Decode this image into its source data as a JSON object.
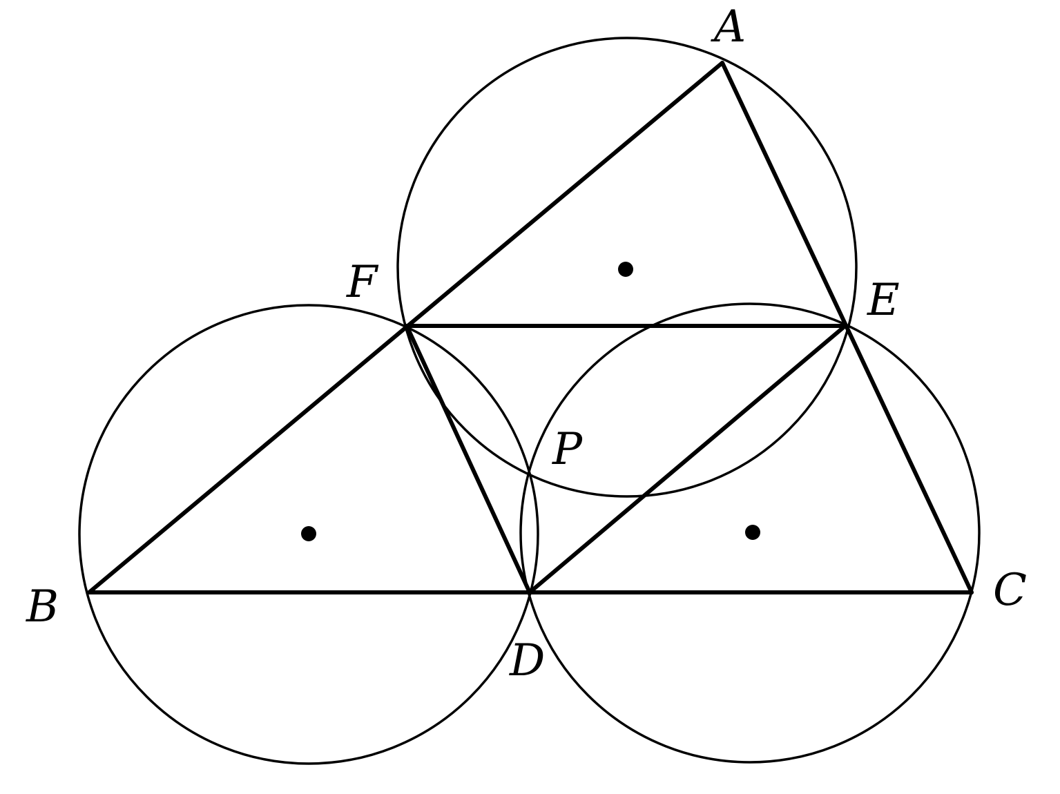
{
  "diagram": {
    "labels": {
      "A": "A",
      "B": "B",
      "C": "C",
      "D": "D",
      "E": "E",
      "F": "F",
      "P": "P"
    },
    "colors": {
      "stroke": "#000000",
      "background": "#ffffff"
    }
  }
}
